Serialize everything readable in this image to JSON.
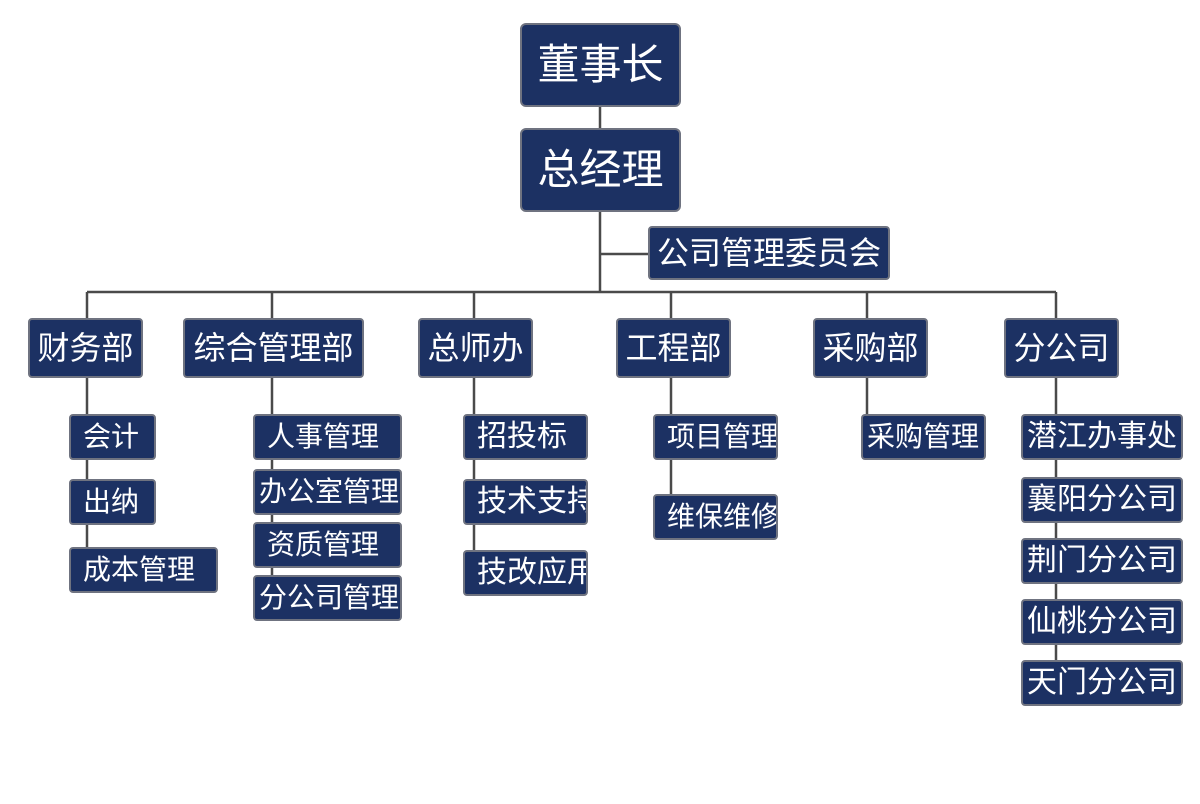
{
  "org_chart": {
    "top": {
      "chairman": "董事长",
      "general_manager": "总经理",
      "committee": "公司管理委员会"
    },
    "departments": [
      {
        "name": "财务部",
        "children": [
          "会计",
          "出纳",
          "成本管理"
        ]
      },
      {
        "name": "综合管理部",
        "children": [
          "人事管理",
          "办公室管理",
          "资质管理",
          "分公司管理"
        ]
      },
      {
        "name": "总师办",
        "children": [
          "招投标",
          "技术支持",
          "技改应用"
        ]
      },
      {
        "name": "工程部",
        "children": [
          "项目管理",
          "维保维修"
        ]
      },
      {
        "name": "采购部",
        "children": [
          "采购管理"
        ]
      },
      {
        "name": "分公司",
        "children": [
          "潜江办事处",
          "襄阳分公司",
          "荆门分公司",
          "仙桃分公司",
          "天门分公司"
        ]
      }
    ]
  },
  "colors": {
    "node_fill": "#1c3163",
    "node_border": "#6f7380",
    "node_text": "#ffffff",
    "connector": "#4a4a4a",
    "background": "#ffffff"
  }
}
